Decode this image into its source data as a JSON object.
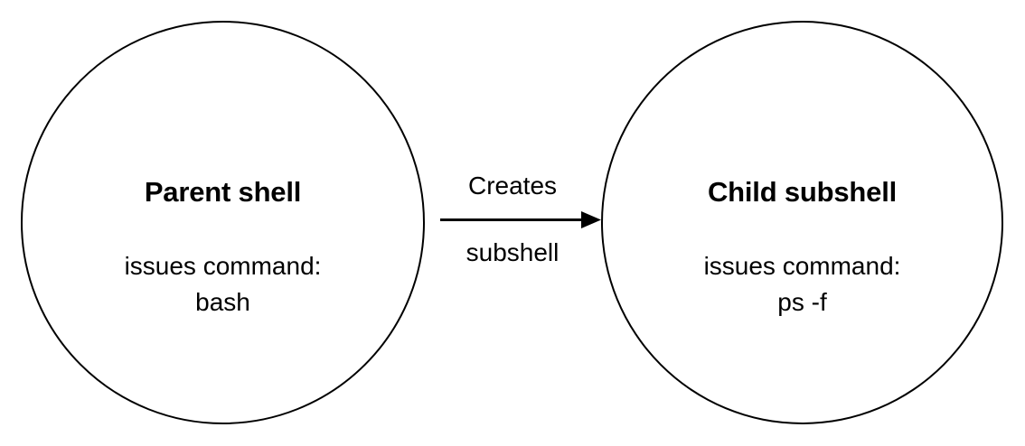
{
  "diagram": {
    "type": "process-flow",
    "background_color": "#ffffff",
    "stroke_color": "#000000",
    "nodes": [
      {
        "id": "parent-shell",
        "shape": "circle",
        "title": "Parent shell",
        "subtitle": "issues command:",
        "command": "bash"
      },
      {
        "id": "child-subshell",
        "shape": "circle",
        "title": "Child subshell",
        "subtitle": "issues command:",
        "command": "ps -f"
      }
    ],
    "edge": {
      "id": "creates-subshell",
      "from": "parent-shell",
      "to": "child-subshell",
      "direction": "right",
      "label_above": "Creates",
      "label_below": "subshell",
      "arrowhead": "filled-triangle"
    }
  }
}
